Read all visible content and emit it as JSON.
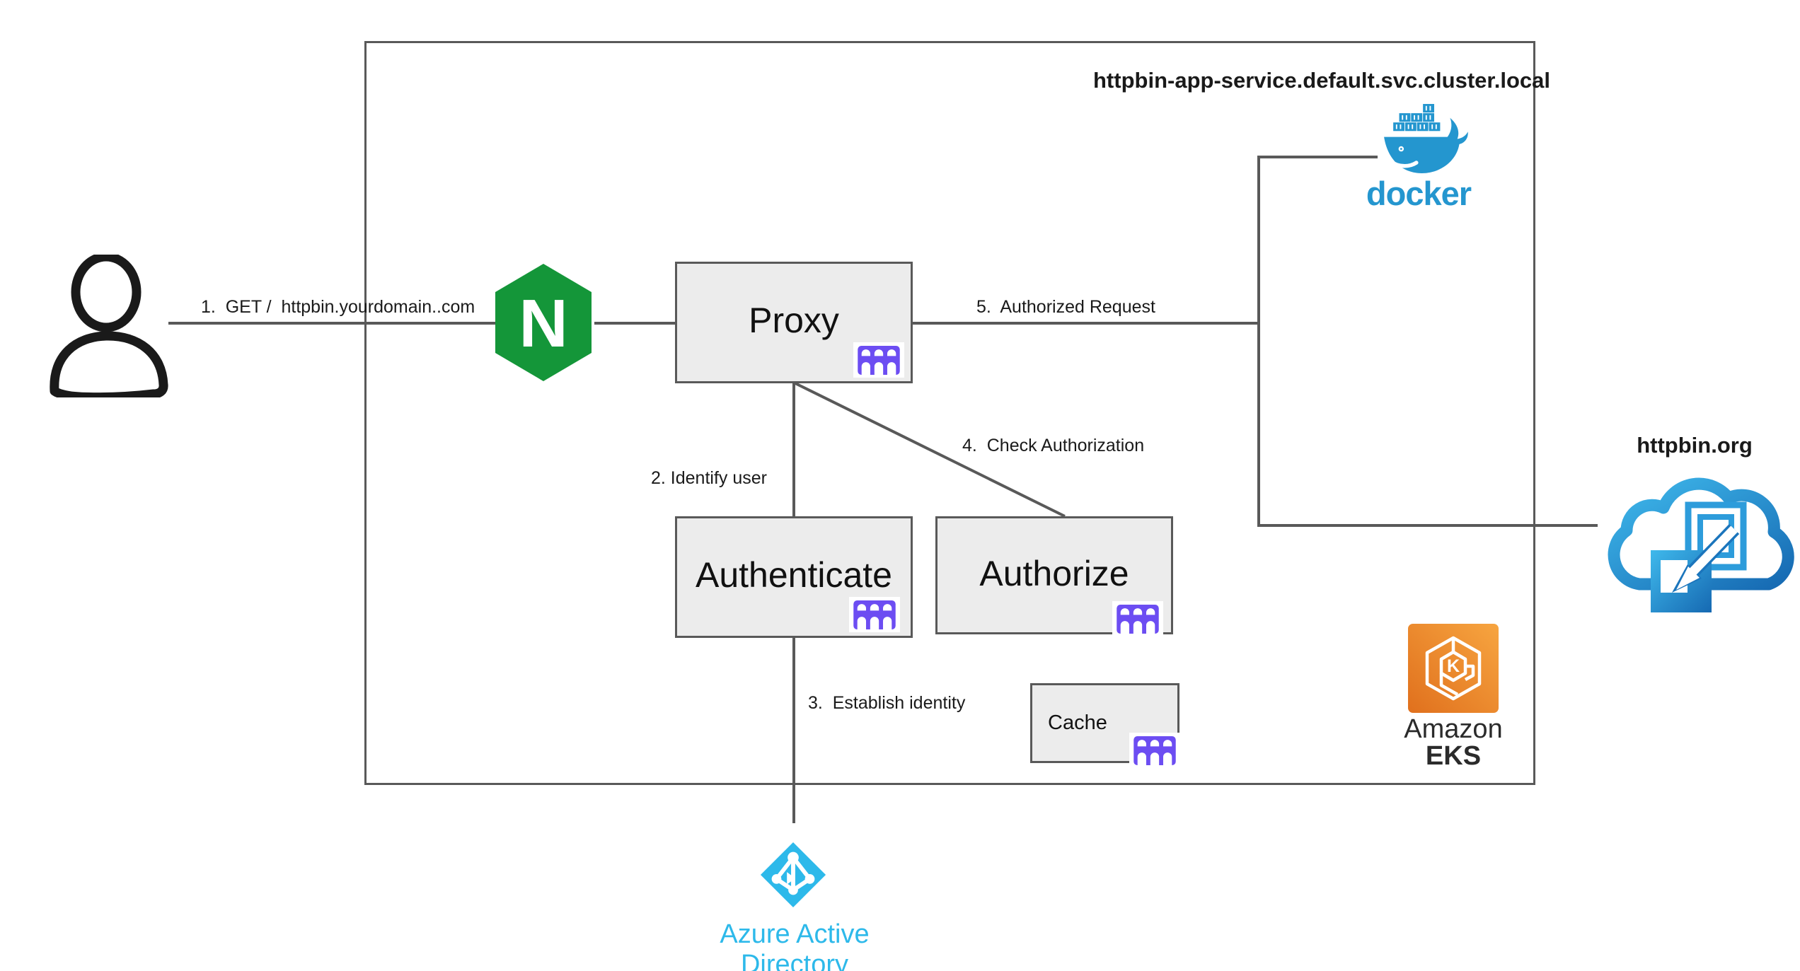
{
  "diagram": {
    "cluster_label": "httpbin-app-service.default.svc.cluster.local",
    "steps": {
      "step1": "1.  GET /  httpbin.yourdomain..com",
      "step2": "2. Identify user",
      "step3": "3.  Establish identity",
      "step4": "4.  Check Authorization",
      "step5": "5.  Authorized Request"
    },
    "nodes": {
      "proxy": "Proxy",
      "authenticate": "Authenticate",
      "authorize": "Authorize",
      "cache": "Cache"
    },
    "logos": {
      "docker": "docker",
      "nginx_letter": "N",
      "eks_hex_letter": "K",
      "amazon": "Amazon",
      "eks": "EKS",
      "azure_ad": "Azure Active Directory",
      "httpbin": "httpbin.org"
    },
    "colors": {
      "line_gray": "#595959",
      "box_fill": "#ececec",
      "text": "#1a1a1a",
      "docker_blue": "#2496CF",
      "nginx_green": "#149639",
      "azure_cyan": "#2DB9EA",
      "module_purple": "#6C4DF2",
      "aws_orange_dark": "#E0701D",
      "aws_orange_light": "#F7A540",
      "cloud_blue_light": "#3FB9EC",
      "cloud_blue_dark": "#1669B2"
    }
  }
}
